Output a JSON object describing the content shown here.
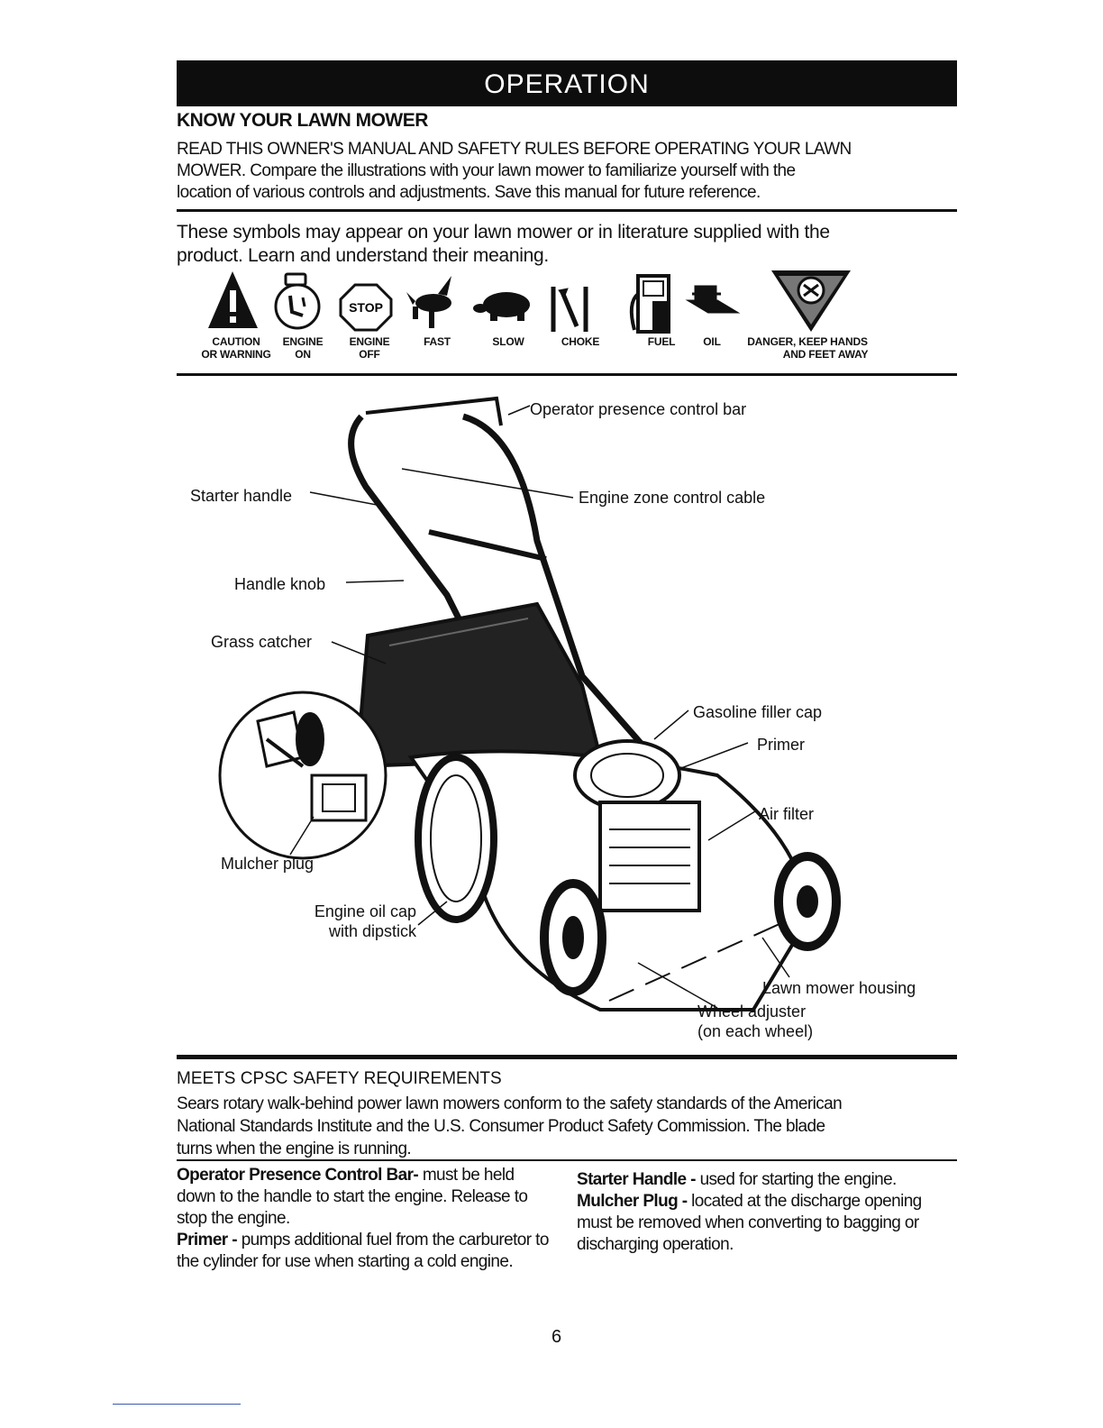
{
  "header": {
    "banner": "OPERATION"
  },
  "section": {
    "title": "KNOW YOUR LAWN MOWER",
    "intro_line1": "READ THIS OWNER'S MANUAL AND SAFETY RULES BEFORE OPERATING YOUR LAWN",
    "intro_line2": "MOWER. Compare the illustrations with your lawn mower to familiarize yourself with the",
    "intro_line3": "location of various controls and adjustments. Save this manual for future reference."
  },
  "symbols": {
    "text_line1": "These symbols may appear on your lawn mower or in literature supplied with the",
    "text_line2": "product. Learn and understand their meaning.",
    "items": [
      {
        "icon": "warning-triangle-icon",
        "label1": "CAUTION",
        "label2": "OR WARNING"
      },
      {
        "icon": "engine-on-icon",
        "label1": "ENGINE",
        "label2": "ON"
      },
      {
        "icon": "engine-off-stop-icon",
        "label1": "ENGINE",
        "label2": "OFF",
        "sign": "STOP"
      },
      {
        "icon": "rabbit-icon",
        "label1": "FAST",
        "label2": ""
      },
      {
        "icon": "turtle-icon",
        "label1": "SLOW",
        "label2": ""
      },
      {
        "icon": "choke-icon",
        "label1": "CHOKE",
        "label2": ""
      },
      {
        "icon": "fuel-pump-icon",
        "label1": "FUEL",
        "label2": ""
      },
      {
        "icon": "oil-can-icon",
        "label1": "OIL",
        "label2": ""
      },
      {
        "icon": "hand-blade-danger-icon",
        "label1": "DANGER, KEEP HANDS",
        "label2": "AND FEET AWAY"
      }
    ]
  },
  "diagram": {
    "callouts": {
      "operator_bar": "Operator presence control bar",
      "starter_handle": "Starter handle",
      "engine_cable": "Engine zone control cable",
      "handle_knob": "Handle knob",
      "grass_catcher": "Grass catcher",
      "gas_cap": "Gasoline filler cap",
      "primer": "Primer",
      "air_filter": "Air filter",
      "mulcher_plug": "Mulcher plug",
      "oil_cap_1": "Engine oil cap",
      "oil_cap_2": "with dipstick",
      "housing": "Lawn mower housing",
      "wheel_adj_1": "Wheel adjuster",
      "wheel_adj_2": "(on each wheel)"
    }
  },
  "cpsc": {
    "title": "MEETS CPSC SAFETY REQUIREMENTS",
    "line1": "Sears rotary walk-behind power lawn mowers conform to the safety standards of the American",
    "line2": "National Standards Institute and the U.S. Consumer Product Safety Commission. The blade",
    "line3": "turns when the engine is running."
  },
  "descriptions": {
    "left": [
      {
        "term": "Operator Presence Control Bar-",
        "text": " must be held down to the handle to start the engine. Release to stop the engine."
      },
      {
        "term": "Primer -",
        "text": " pumps additional fuel from the carburetor to the cylinder for use when starting a cold engine."
      }
    ],
    "right": [
      {
        "term": "Starter Handle -",
        "text": " used for starting the engine."
      },
      {
        "term": "Mulcher Plug -",
        "text": " located at the discharge opening must be removed when converting to bagging or discharging operation."
      }
    ]
  },
  "footer": {
    "page": "6"
  }
}
